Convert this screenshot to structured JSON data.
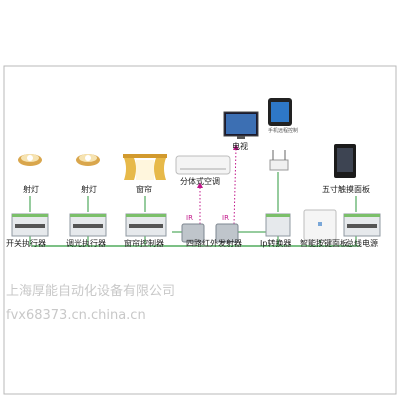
{
  "devices": {
    "switch_actuator": {
      "label": "开关执行器"
    },
    "dimmer_actuator": {
      "label": "调光执行器"
    },
    "curtain_controller": {
      "label": "窗帘控制器"
    },
    "ir_transmitter": {
      "label": "四路红外发射器"
    },
    "ip_converter": {
      "label": "Ip转换器"
    },
    "smart_keypad": {
      "label": "智能按键面板"
    },
    "bus_power": {
      "label": "总线电源"
    }
  },
  "loads": {
    "spotlight_1": {
      "label": "射灯"
    },
    "spotlight_2": {
      "label": "射灯"
    },
    "curtain": {
      "label": "窗帘"
    },
    "split_ac": {
      "label": "分体式空调"
    },
    "tv": {
      "label": "电视"
    },
    "touch_panel": {
      "label": "五寸触摸面板"
    }
  },
  "ir_marks": {
    "left": "IR",
    "right": "IR"
  },
  "phone_caption": "手机远程控制",
  "watermark": {
    "company": "上海厚能自动化设备有限公司",
    "site": "fvx68373.cn.china.cn"
  },
  "colors": {
    "bus_line": "#2e9a3c",
    "ir_signal": "#c2188b",
    "frame": "#b9b9b9"
  }
}
